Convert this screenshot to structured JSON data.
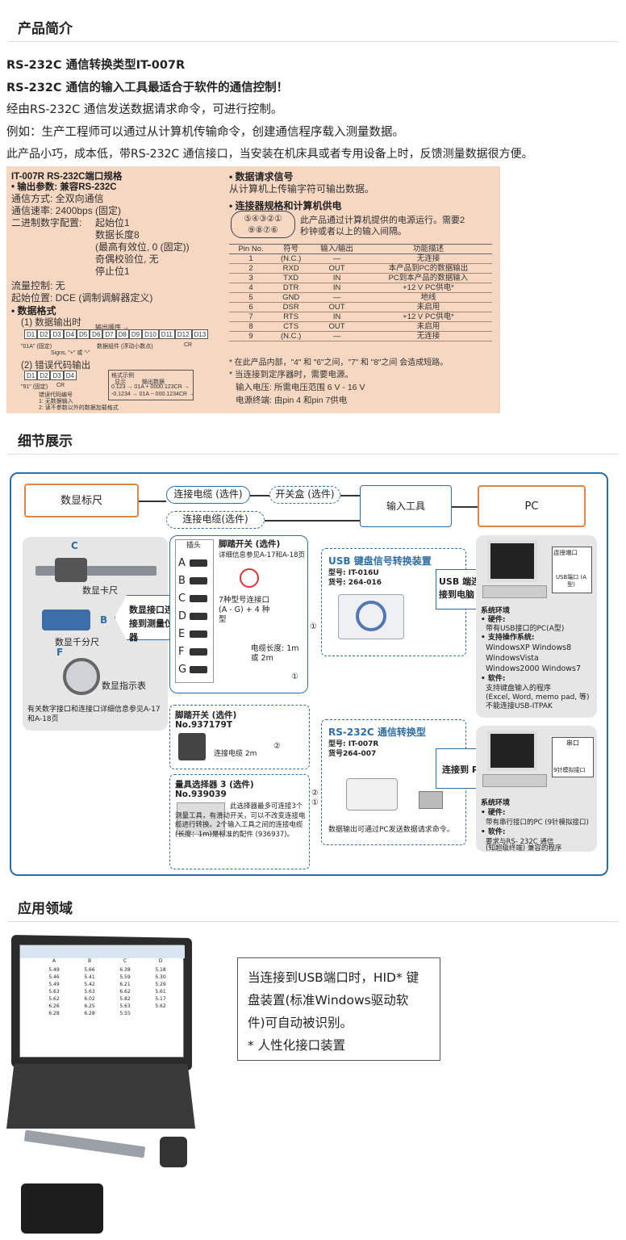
{
  "sections": {
    "intro": "产品简介",
    "detail": "细节展示",
    "application": "应用领域"
  },
  "intro": {
    "line1": "RS-232C 通信转换类型IT-007R",
    "line2": "RS-232C 通信的输入工具最适合于软件的通信控制！",
    "line3": "经由RS-232C 通信发送数据请求命令，可进行控制。",
    "line4": "例如：生产工程师可以通过从计算机传输命令，创建通信程序载入测量数据。",
    "line5": "此产品小巧，成本低，带RS-232C 通信接口，当安装在机床具或者专用设备上时，反馈测量数据很方便。"
  },
  "spec": {
    "title": "IT-007R RS-232C端口规格",
    "output": "• 输出参数: 兼容RS-232C",
    "comm": "通信方式: 全双向通信",
    "baud": "通信速率: 2400bps (固定)",
    "binary_label": "二进制数字配置:",
    "binary1": "起始位1",
    "binary2": "数据长度8",
    "binary3": "(最高有效位, 0 (固定))",
    "binary4": "奇偶校验位, 无",
    "binary5": "停止位1",
    "flow": "流量控制: 无",
    "start": "起始位置: DCE (调制调解器定义)",
    "format_h": "• 数据格式",
    "fmt1": "(1) 数据输出时",
    "fmt1_order": "输出顺序 →",
    "fmt1_cells": [
      "D1",
      "D2",
      "D3",
      "D4",
      "D5",
      "D6",
      "D7",
      "D8",
      "D9",
      "D10",
      "D11",
      "D12",
      "D13"
    ],
    "fmt1_note1": "\"01A\" (固定)",
    "fmt1_note2": "Signs, \"+\" 或 \"-\"",
    "fmt1_note3": "数据组件 (浮动小数点)",
    "fmt1_cr": "CR",
    "fmt2": "(2) 错误代码输出",
    "fmt2_cells": [
      "D1",
      "D2",
      "D3",
      "D4"
    ],
    "fmt2_note1": "\"91\" (固定)",
    "fmt2_cr": "CR",
    "fmt2_note2": "错误代码编号",
    "fmt2_note3": "1: 无数据输入",
    "fmt2_note4": "2: 读不参数以外的数据加载格式",
    "example_title": "格式示例",
    "example_h1": "显示",
    "example_h2": "输出数据",
    "example_r1": "0.123 → 01A + 0000.123CR →",
    "example_r2": "-0.1234 → 01A − 000.1234CR →",
    "req_h": "• 数据请求信号",
    "req": "从计算机上传输字符可输出数据。",
    "conn_h": "• 连接器规格和计算机供电",
    "pins_top": "⑤④③②①",
    "pins_bottom": "⑨⑧⑦⑥",
    "conn_desc1": "此产品通过计算机提供的电源运行。需要2",
    "conn_desc2": "秒钟或者以上的输入间隔。",
    "table_head": [
      "Pin No.",
      "符号",
      "输入/输出",
      "功能描述"
    ],
    "table_rows": [
      [
        "1",
        "(N.C.)",
        "—",
        "无连接"
      ],
      [
        "2",
        "RXD",
        "OUT",
        "本产品到PC的数据输出"
      ],
      [
        "3",
        "TXD",
        "IN",
        "PC到本产品的数据输入"
      ],
      [
        "4",
        "DTR",
        "IN",
        "+12 V PC供电*"
      ],
      [
        "5",
        "GND",
        "—",
        "地线"
      ],
      [
        "6",
        "DSR",
        "OUT",
        "未启用"
      ],
      [
        "7",
        "RTS",
        "IN",
        "+12 V PC供电*"
      ],
      [
        "8",
        "CTS",
        "OUT",
        "未启用"
      ],
      [
        "9",
        "(N.C.)",
        "—",
        "无连接"
      ]
    ],
    "note1": "* 在此产品内部，\"4\" 和 \"6\"之间，\"7\" 和 \"8\"之间 会造成短路。",
    "note2": "* 当连接到定序器时，需要电源。",
    "note3": "输入电压: 所需电压范围 6 V - 16 V",
    "note4": "电源终端: 由pin 4 和pin 7供电"
  },
  "diagram": {
    "scale": "数显标尺",
    "cable1": "连接电缆 (选件)",
    "switchbox": "开关盒 (选件)",
    "cable2": "连接电缆(选件)",
    "input_tool": "输入工具",
    "pc": "PC",
    "caliper": "数显卡尺",
    "micrometer": "数显千分尺",
    "indicator": "数显指示表",
    "label_c": "C",
    "label_b": "B",
    "label_f": "F",
    "connect_arrow": "数显接口连接到测量仪器",
    "left_note": "有关数字接口和连接口详细信息参见A-17和A-18页",
    "plug_title": "插头",
    "plug_letters": [
      "A",
      "B",
      "C",
      "D",
      "E",
      "F",
      "G"
    ],
    "foot_title": "脚踏开关 (选件)",
    "foot_detail": "详细信息参见A-17和A-18页",
    "plug_desc": "7种型号连接口 (A - G) + 4 种型",
    "cable_len": "电缆长度: 1m 或 2m",
    "circle1": "①",
    "circle2": "②",
    "usb_title": "USB 键盘信号转换装置",
    "usb_model": "型号: IT-016U",
    "usb_part": "货号: 264-016",
    "usb_connect": "USB 端连接到电脑",
    "pc1_port": "连接端口",
    "pc1_usb": "USB端口 (A型)",
    "env1_h": "系统环境",
    "env1_hw": "• 硬件:",
    "env1_hw_d": "带有USB接口的PC(A型)",
    "env1_os": "• 支持操作系统:",
    "env1_os1": "WindowsXP  Windows8",
    "env1_os2": "WindowsVista",
    "env1_os3": "Windows2000  Windows7",
    "env1_sw": "• 软件:",
    "env1_sw1": "支持键盘输入的程序",
    "env1_sw2": "(Excel, Word, memo pad, 等)",
    "env1_sw3": "不能连接USB-ITPAK",
    "foot2_title": "脚踏开关 (选件)",
    "foot2_no": "No.937179T",
    "foot2_cable": "连接电缆 2m",
    "sel_title": "量具选择器 3 (选件)",
    "sel_no": "No.939039",
    "sel_desc": "此选择器最多可连接3个测量工具，有滑动开关，可以不改变连接电缆进行转换。2个输入工具之间的连接电缆(长度：1m)是标准的配件 (936937)。",
    "rs_title": "RS-232C 通信转换型",
    "rs_model": "型号: IT-007R",
    "rs_part": "货号264-007",
    "rs_connect": "连接到 PC",
    "rs_note": "数据输出可通过PC发送数据请求命令。",
    "pc2_port": "串口",
    "pc2_9pin": "9针模拟接口",
    "env2_h": "系统环境",
    "env2_hw": "• 硬件:",
    "env2_hw_d": "带有串行接口的PC (9针模拟接口)",
    "env2_sw": "• 软件:",
    "env2_sw1": "要求与RS- 232C 通信",
    "env2_sw2": "(知超级终端) 兼容的程序"
  },
  "application": {
    "callout1": "当连接到USB端口时，HID* 键",
    "callout2": "盘装置(标准Windows驱动软",
    "callout3": "件)可自动被识别。",
    "callout4": "* 人性化接口装置",
    "sheet_cols": [
      "A",
      "B",
      "C",
      "D"
    ],
    "sheet_rows": [
      [
        "5.49",
        "5.66",
        "6.38",
        "5.18"
      ],
      [
        "5.46",
        "5.41",
        "5.59",
        "5.30"
      ],
      [
        "5.49",
        "5.42",
        "6.21",
        "5.29"
      ],
      [
        "5.63",
        "5.63",
        "6.62",
        "5.61"
      ],
      [
        "5.62",
        "6.02",
        "5.82",
        "5.17"
      ],
      [
        "6.26",
        "6.25",
        "5.63",
        "5.62"
      ],
      [
        "6.28",
        "6.28",
        "5.55",
        ""
      ]
    ]
  }
}
